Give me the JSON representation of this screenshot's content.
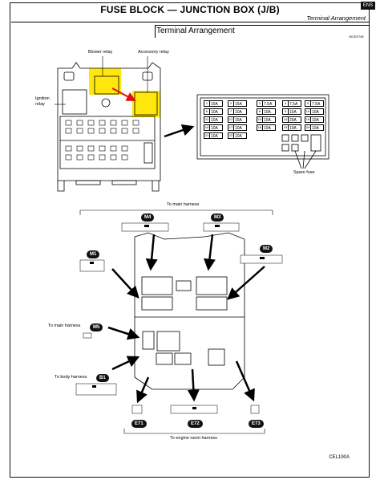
{
  "header": {
    "title": "FUSE BLOCK — JUNCTION BOX (J/B)",
    "subtitle": "Terminal Arrangement",
    "page_tag": "ENS"
  },
  "section": {
    "title": "Terminal Arrangement",
    "figure_code": "WCE074E"
  },
  "top_labels": {
    "blower_relay": "Blower relay",
    "accessory_relay": "Accessory relay",
    "ignition_relay": "Ignition\nrelay",
    "spare_fuse": "Spare fuse"
  },
  "fuses": [
    {
      "n": "1",
      "a": "15A"
    },
    {
      "n": "2",
      "a": "15A"
    },
    {
      "n": "3",
      "a": "7.5A"
    },
    {
      "n": "4",
      "a": "7.5A"
    },
    {
      "n": "5",
      "a": "7.5A"
    },
    {
      "n": "6",
      "a": "10A"
    },
    {
      "n": "7",
      "a": "10A"
    },
    {
      "n": "8",
      "a": "10A"
    },
    {
      "n": "9",
      "a": "15A"
    },
    {
      "n": "10",
      "a": "10A"
    },
    {
      "n": "11",
      "a": "10A"
    },
    {
      "n": "12",
      "a": "15A"
    },
    {
      "n": "13",
      "a": "10A"
    },
    {
      "n": "14",
      "a": "20A"
    },
    {
      "n": "15",
      "a": "10A"
    },
    {
      "n": "16",
      "a": "10A"
    },
    {
      "n": "17",
      "a": "10A"
    },
    {
      "n": "18",
      "a": "10A"
    },
    {
      "n": "19",
      "a": "10A"
    },
    {
      "n": "20",
      "a": "10A"
    },
    {
      "n": "21",
      "a": "10A"
    },
    {
      "n": "22",
      "a": "10A"
    }
  ],
  "harness_labels": {
    "to_main_top": "To main harness",
    "to_main_side": "To main harness",
    "to_body": "To body harness",
    "to_engine": "To engine room harness"
  },
  "connectors": {
    "m4": "M4",
    "m3": "M3",
    "m2": "M2",
    "m1": "M1",
    "m5": "M5",
    "b1": "B1",
    "e71": "E71",
    "e72": "E72",
    "e73": "E73"
  },
  "footer_code": "CEL190A",
  "colors": {
    "highlight": "#ffe600",
    "arrow": "#e01010"
  }
}
